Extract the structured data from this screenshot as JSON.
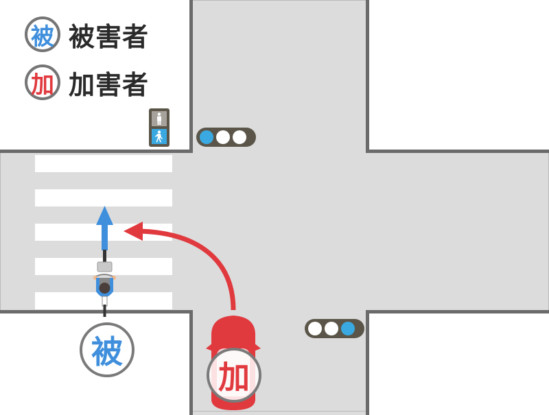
{
  "legend": {
    "victim": {
      "badge": "被",
      "label": "被害者",
      "color": "#3f8fdd"
    },
    "offender": {
      "badge": "加",
      "label": "加害者",
      "color": "#e0393e"
    }
  },
  "markers": {
    "victim_badge": "被",
    "offender_badge": "加"
  },
  "signals": {
    "pedestrian": {
      "top": "stop-figure",
      "bottom": "walk-figure",
      "active": "walk",
      "active_color": "#3aa9e2"
    },
    "north_vehicle": {
      "lamps": [
        "blue",
        "off",
        "off"
      ],
      "active_color": "#3aa9e2"
    },
    "south_vehicle": {
      "lamps": [
        "off",
        "off",
        "blue"
      ],
      "active_color": "#3aa9e2"
    }
  },
  "icons": {
    "ped_stop": "🚶",
    "ped_walk": "🚶"
  },
  "colors": {
    "road": "#dcdcdc",
    "block": "#ffffff",
    "curb": "#6b6b6b",
    "victim_arrow": "#3f8fdd",
    "offender_arrow": "#e0393e",
    "car": "#e0393e"
  }
}
